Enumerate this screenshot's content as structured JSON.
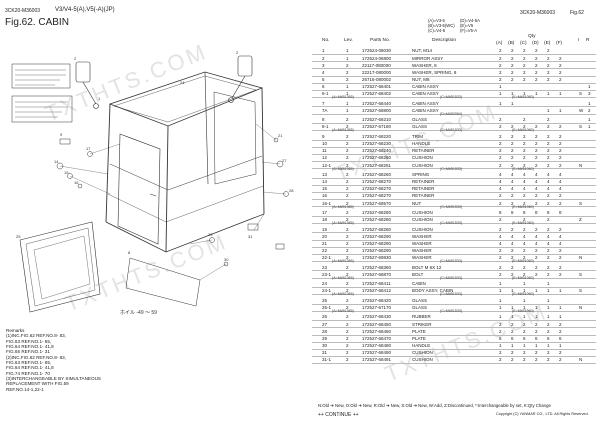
{
  "header": {
    "model_code_left": "3CK20-M36003",
    "model_line": "V3/V4-5(A),V5(-A)(JP)",
    "fig_title": "Fig.62.  CABIN",
    "model_code_right": "3CK20-M36003",
    "fig_ref": "Fig.62"
  },
  "legend": [
    "(A)=V3-5",
    "(B)=V3-5(WC)",
    "(C)=V4-5",
    "(D)=V4-5A",
    "(E)=V5",
    "(F)=V5-A"
  ],
  "columns": {
    "no": "No.",
    "lev": "Lev.",
    "parts_no": "Parts No.",
    "description": "Description",
    "qty": "Qty",
    "qty_cols": [
      "(A)",
      "(B)",
      "(C)",
      "(D)",
      "(E)",
      "(F)"
    ],
    "i": "I",
    "r": "R"
  },
  "rows": [
    {
      "no": "1",
      "lev": "1",
      "part": "172524-08030",
      "desc": "NUT, M14",
      "qty": [
        "2",
        "2",
        "2",
        "2",
        "2",
        ""
      ],
      "i": "",
      "r": ""
    },
    {
      "no": "2",
      "lev": "1",
      "part": "172524-06800",
      "desc": "MIRROR ASSY",
      "qty": [
        "2",
        "2",
        "2",
        "2",
        "2",
        "2"
      ],
      "i": "",
      "r": ""
    },
    {
      "no": "3",
      "lev": "2",
      "part": "22117-080000",
      "desc": "WASHER, 8",
      "qty": [
        "2",
        "2",
        "2",
        "2",
        "2",
        "2"
      ],
      "i": "",
      "r": ""
    },
    {
      "no": "4",
      "lev": "2",
      "part": "22217-080000",
      "desc": "WASHER, SPRING, 8",
      "qty": [
        "2",
        "2",
        "2",
        "2",
        "2",
        "2"
      ],
      "i": "",
      "r": ""
    },
    {
      "no": "5",
      "lev": "2",
      "part": "26716-080002",
      "desc": "NUT, M8",
      "qty": [
        "2",
        "2",
        "2",
        "2",
        "2",
        "2"
      ],
      "i": "",
      "r": ""
    },
    {
      "no": "6",
      "lev": "1",
      "part": "172527-68401",
      "desc": "CABIN ASSY",
      "qty": [
        "1",
        "",
        "",
        "",
        "",
        ""
      ],
      "i": "",
      "r": "1"
    },
    {
      "no": "6-1",
      "lev": "1",
      "part": "172527-68402",
      "desc": "CABIN ASSY",
      "qty": [
        "1",
        "1",
        "1",
        "1",
        "1",
        "1"
      ],
      "i": "S",
      "r": "3",
      "sub": [
        "(A=M#51365)",
        "(C=M#51533)",
        "(E=M#51060)"
      ]
    },
    {
      "no": "7",
      "lev": "1",
      "part": "172527-68440",
      "desc": "CABIN ASSY",
      "qty": [
        "1",
        "1",
        "",
        "",
        "",
        ""
      ],
      "i": "",
      "r": "1"
    },
    {
      "no": "7A",
      "lev": "1",
      "part": "172527-68800",
      "desc": "CABIN ASSY",
      "qty": [
        "",
        "",
        "",
        "",
        "1",
        "1"
      ],
      "i": "W",
      "r": "2",
      "sub": [
        "",
        "(D=M#52064)",
        ""
      ]
    },
    {
      "no": "8",
      "lev": "2",
      "part": "172527-68210",
      "desc": "GLASS",
      "qty": [
        "2",
        "",
        "2",
        "",
        "2",
        ""
      ],
      "i": "",
      "r": "1"
    },
    {
      "no": "8-1",
      "lev": "2",
      "part": "172527-67180",
      "desc": "GLASS",
      "qty": [
        "2",
        "2",
        "2",
        "2",
        "2",
        "2"
      ],
      "i": "S",
      "r": "1",
      "sub": [
        "(A=M#51365)",
        "(C=M#51533)",
        "(E=M#51060)"
      ]
    },
    {
      "no": "9",
      "lev": "2",
      "part": "172527-68220",
      "desc": "TRIM",
      "qty": [
        "2",
        "2",
        "2",
        "2",
        "2",
        "2"
      ],
      "i": "",
      "r": ""
    },
    {
      "no": "10",
      "lev": "2",
      "part": "172527-68230",
      "desc": "HANDLE",
      "qty": [
        "2",
        "2",
        "2",
        "2",
        "2",
        "2"
      ],
      "i": "",
      "r": ""
    },
    {
      "no": "11",
      "lev": "2",
      "part": "172527-68240",
      "desc": "RETAINER",
      "qty": [
        "2",
        "2",
        "2",
        "2",
        "2",
        "2"
      ],
      "i": "",
      "r": ""
    },
    {
      "no": "12",
      "lev": "2",
      "part": "172527-68250",
      "desc": "CUSHION",
      "qty": [
        "2",
        "2",
        "2",
        "2",
        "2",
        "2"
      ],
      "i": "",
      "r": ""
    },
    {
      "no": "12-1",
      "lev": "2",
      "part": "172527-68251",
      "desc": "CUSHION",
      "qty": [
        "2",
        "2",
        "2",
        "2",
        "2",
        "2"
      ],
      "i": "N",
      "r": "",
      "sub": [
        "(A=M#51365)",
        "(C=M#51533)",
        "(E=M#51060)"
      ]
    },
    {
      "no": "13",
      "lev": "2",
      "part": "172527-68260",
      "desc": "SPRING",
      "qty": [
        "4",
        "4",
        "4",
        "4",
        "4",
        "4"
      ],
      "i": "",
      "r": ""
    },
    {
      "no": "14",
      "lev": "2",
      "part": "172527-68270",
      "desc": "RETAINER",
      "qty": [
        "4",
        "4",
        "4",
        "4",
        "4",
        "4"
      ],
      "i": "",
      "r": ""
    },
    {
      "no": "15",
      "lev": "2",
      "part": "172527-68270",
      "desc": "RETAINER",
      "qty": [
        "4",
        "4",
        "4",
        "4",
        "4",
        "4"
      ],
      "i": "",
      "r": ""
    },
    {
      "no": "16",
      "lev": "2",
      "part": "172527-68270",
      "desc": "RETAINER",
      "qty": [
        "2",
        "2",
        "2",
        "2",
        "2",
        "2"
      ],
      "i": "",
      "r": ""
    },
    {
      "no": "16-1",
      "lev": "2",
      "part": "172527-69570",
      "desc": "NUT",
      "qty": [
        "2",
        "2",
        "2",
        "2",
        "2",
        "2"
      ],
      "i": "S",
      "r": "",
      "sub": [
        "(A=M#51365)",
        "(C=M#51533)",
        "(E=M#51060)"
      ]
    },
    {
      "no": "17",
      "lev": "2",
      "part": "172527-68280",
      "desc": "CUSHION",
      "qty": [
        "8",
        "8",
        "8",
        "8",
        "8",
        "8"
      ],
      "i": "",
      "r": ""
    },
    {
      "no": "18",
      "lev": "2",
      "part": "172527-68280",
      "desc": "CUSHION",
      "qty": [
        "2",
        "",
        "2",
        "",
        "2",
        ""
      ],
      "i": "Z",
      "r": "",
      "sub": [
        "(A=M#51365)",
        "(C=M#51533)",
        "(E=M#51060)"
      ]
    },
    {
      "no": "19",
      "lev": "2",
      "part": "172527-68280",
      "desc": "CUSHION",
      "qty": [
        "2",
        "2",
        "2",
        "2",
        "2",
        "2"
      ],
      "i": "",
      "r": ""
    },
    {
      "no": "20",
      "lev": "2",
      "part": "172527-68290",
      "desc": "WASHER",
      "qty": [
        "4",
        "4",
        "4",
        "4",
        "4",
        "4"
      ],
      "i": "",
      "r": ""
    },
    {
      "no": "21",
      "lev": "2",
      "part": "172527-68290",
      "desc": "WASHER",
      "qty": [
        "4",
        "4",
        "4",
        "4",
        "4",
        "4"
      ],
      "i": "",
      "r": ""
    },
    {
      "no": "22",
      "lev": "2",
      "part": "172527-68290",
      "desc": "WASHER",
      "qty": [
        "2",
        "2",
        "2",
        "2",
        "2",
        "2"
      ],
      "i": "",
      "r": ""
    },
    {
      "no": "22-1",
      "lev": "2",
      "part": "172527-69830",
      "desc": "WASHER",
      "qty": [
        "2",
        "2",
        "2",
        "2",
        "2",
        "2"
      ],
      "i": "N",
      "r": "",
      "sub": [
        "(A=M#51365)",
        "(C=M#51533)",
        "(E=M#51060)"
      ]
    },
    {
      "no": "23",
      "lev": "2",
      "part": "172527-68360",
      "desc": "BOLT M 6X 12",
      "qty": [
        "2",
        "2",
        "2",
        "2",
        "2",
        "2"
      ],
      "i": "",
      "r": ""
    },
    {
      "no": "23-1",
      "lev": "2",
      "part": "172527-68870",
      "desc": "BOLT",
      "qty": [
        "2",
        "2",
        "2",
        "2",
        "2",
        "2"
      ],
      "i": "S",
      "r": "",
      "sub": [
        "(A=M#51365)",
        "(C=M#51533)",
        "(E=M#51060)"
      ]
    },
    {
      "no": "24",
      "lev": "2",
      "part": "172527-68411",
      "desc": "CABIN",
      "qty": [
        "1",
        "",
        "1",
        "",
        "1",
        ""
      ],
      "i": "",
      "r": ""
    },
    {
      "no": "24-1",
      "lev": "2",
      "part": "172527-68412",
      "desc": "BODY ASSY, CABIN",
      "qty": [
        "1",
        "1",
        "1",
        "1",
        "1",
        "1"
      ],
      "i": "S",
      "r": "",
      "sub": [
        "(A=M#51365)",
        "(C=M#51533)",
        "(E=M#51060)"
      ]
    },
    {
      "no": "25",
      "lev": "2",
      "part": "172527-68420",
      "desc": "GLASS",
      "qty": [
        "1",
        "",
        "1",
        "",
        "1",
        ""
      ],
      "i": "",
      "r": ""
    },
    {
      "no": "25-1",
      "lev": "2",
      "part": "172527-67170",
      "desc": "GLASS",
      "qty": [
        "1",
        "1",
        "1",
        "1",
        "1",
        "1"
      ],
      "i": "N",
      "r": "",
      "sub": [
        "(A=M#51365)",
        "(C=M#51533)",
        "(E=M#51060)"
      ]
    },
    {
      "no": "26",
      "lev": "2",
      "part": "172527-68430",
      "desc": "RUBBER",
      "qty": [
        "1",
        "1",
        "1",
        "1",
        "1",
        "1"
      ],
      "i": "",
      "r": ""
    },
    {
      "no": "27",
      "lev": "2",
      "part": "172527-68450",
      "desc": "STRIKER",
      "qty": [
        "2",
        "2",
        "2",
        "2",
        "2",
        "2"
      ],
      "i": "",
      "r": ""
    },
    {
      "no": "28",
      "lev": "2",
      "part": "172527-68460",
      "desc": "PLATE",
      "qty": [
        "2",
        "2",
        "2",
        "2",
        "2",
        "2"
      ],
      "i": "",
      "r": ""
    },
    {
      "no": "29",
      "lev": "2",
      "part": "172527-68470",
      "desc": "PLATE",
      "qty": [
        "6",
        "6",
        "6",
        "6",
        "6",
        "6"
      ],
      "i": "",
      "r": ""
    },
    {
      "no": "30",
      "lev": "2",
      "part": "172527-68480",
      "desc": "HANDLE",
      "qty": [
        "1",
        "1",
        "1",
        "1",
        "1",
        "1"
      ],
      "i": "",
      "r": ""
    },
    {
      "no": "31",
      "lev": "2",
      "part": "172527-68490",
      "desc": "CUSHION",
      "qty": [
        "2",
        "2",
        "2",
        "2",
        "2",
        "2"
      ],
      "i": "",
      "r": ""
    },
    {
      "no": "31-1",
      "lev": "2",
      "part": "172527-68491",
      "desc": "CUSHION",
      "qty": [
        "2",
        "2",
        "2",
        "2",
        "2",
        "2"
      ],
      "i": "N",
      "r": ""
    }
  ],
  "remarks": [
    "Remarks",
    "(1)INC.FIG.62 REF.NO.8- 83,",
    "FIG.63 REF.NO.1- 65,",
    "FIG.64 REF.NO.1- 41,8",
    "FIG.65 REF.NO.1- 31",
    "(2)INC.FIG.62 REF.NO.8- 83,",
    "FIG.63 REF.NO.1- 65,",
    "FIG.64 REF.NO.1- 41,8",
    "FIG.74 REF.NO.1- 70",
    "(3)INTERCHANGEABLE BY SIMULTANEOUS",
    "REPLACEMENT WITH FIG.59",
    "REF.NO.14-1,22-1"
  ],
  "footer": {
    "legend_line": "N:Old ➔ New, O:Old ➔ New, R:Old ➔ New, S:Old ➔ New, W:Add, Z:Discontinued, *:Interchangeable by set, K:Qty Change",
    "continue": "++ CONTINUE ++",
    "copyright": "Copyright (C)  YANMAR CO., LTD. All Rights Reserved."
  },
  "watermark": "TXTHTS.COM"
}
